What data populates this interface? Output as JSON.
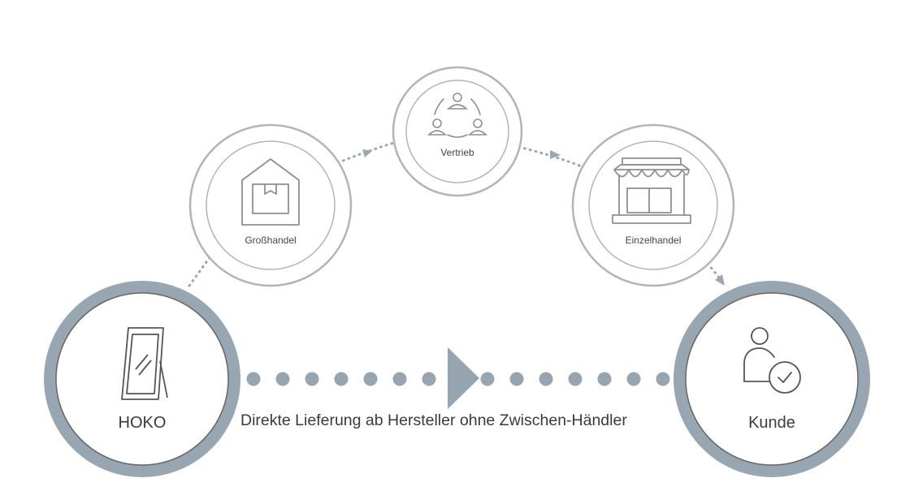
{
  "nodes": {
    "hoko": {
      "label": "HOKO",
      "icon": "mirror-icon"
    },
    "grosshandel": {
      "label": "Großhandel",
      "icon": "warehouse-icon"
    },
    "vertrieb": {
      "label": "Vertrieb",
      "icon": "people-network-icon"
    },
    "einzelhandel": {
      "label": "Einzelhandel",
      "icon": "storefront-icon"
    },
    "kunde": {
      "label": "Kunde",
      "icon": "user-check-icon"
    }
  },
  "direct_path": {
    "caption": "Direkte Lieferung ab Hersteller ohne Zwischen-Händler"
  },
  "colors": {
    "accent": "#97a5b0",
    "ring_gray": "#b4b4b4",
    "icon_gray": "#8f8f8f",
    "text": "#3a3a3a"
  }
}
